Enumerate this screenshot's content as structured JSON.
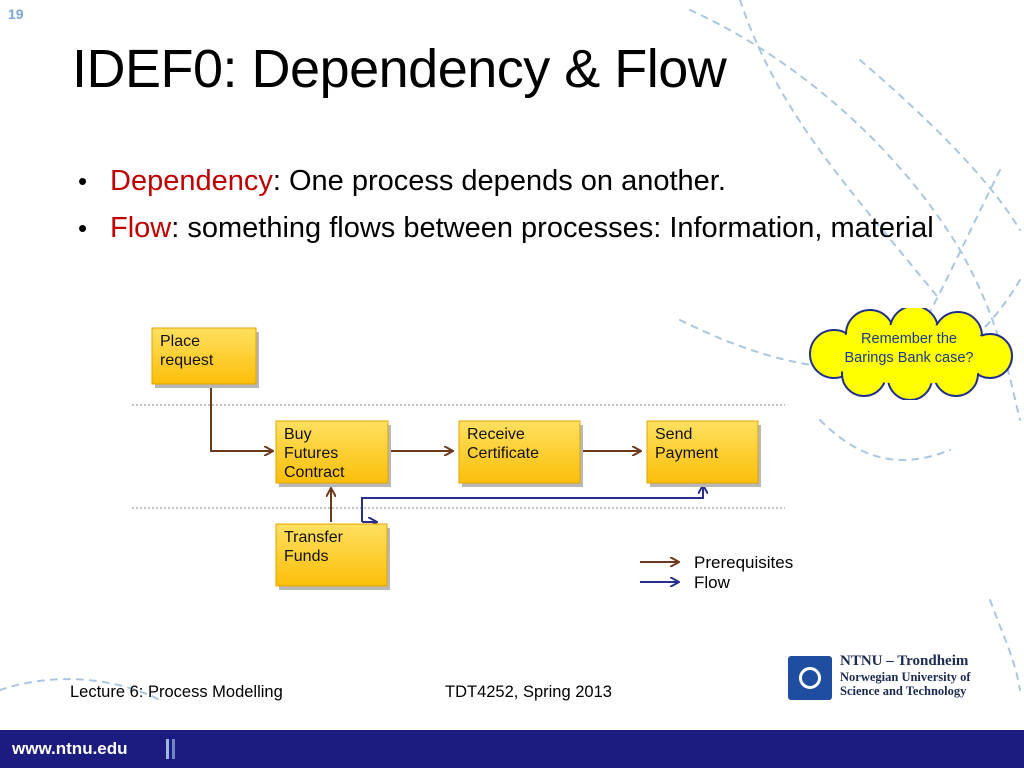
{
  "slide": {
    "number": "19",
    "title": "IDEF0: Dependency & Flow"
  },
  "bullets": [
    {
      "term": "Dependency",
      "text": ": One process depends on another."
    },
    {
      "term": "Flow",
      "text": ": something flows between processes: Information, material"
    }
  ],
  "callout": {
    "text": "Remember the Barings Bank case?",
    "fill": "#ffff00",
    "border": "#1f2f8a"
  },
  "diagram": {
    "boxes": [
      {
        "id": "place-request",
        "label": [
          "Place",
          "request"
        ]
      },
      {
        "id": "buy-futures-contract",
        "label": [
          "Buy",
          "Futures",
          "Contract"
        ]
      },
      {
        "id": "receive-certificate",
        "label": [
          "Receive",
          "Certificate"
        ]
      },
      {
        "id": "send-payment",
        "label": [
          "Send",
          "Payment"
        ]
      },
      {
        "id": "transfer-funds",
        "label": [
          "Transfer",
          "Funds"
        ]
      }
    ],
    "legend": [
      {
        "label": "Prerequisites",
        "color": "#6b3a1c"
      },
      {
        "label": "Flow",
        "color": "#2b2f8c"
      }
    ],
    "colors": {
      "box_fill": "#fbbf0a",
      "box_light": "#ffe060",
      "prerequisite": "#6b3a1c",
      "flow": "#2b2f8c"
    }
  },
  "footer": {
    "lecture": "Lecture 6: Process Modelling",
    "course": "TDT4252, Spring 2013",
    "org_title": "NTNU – Trondheim",
    "org_sub1": "Norwegian University of",
    "org_sub2": "Science and Technology",
    "url": "www.ntnu.edu"
  },
  "theme": {
    "band": "#1c1b7f",
    "accent_text": "#c00000",
    "decoration": "#a9c7e2"
  }
}
